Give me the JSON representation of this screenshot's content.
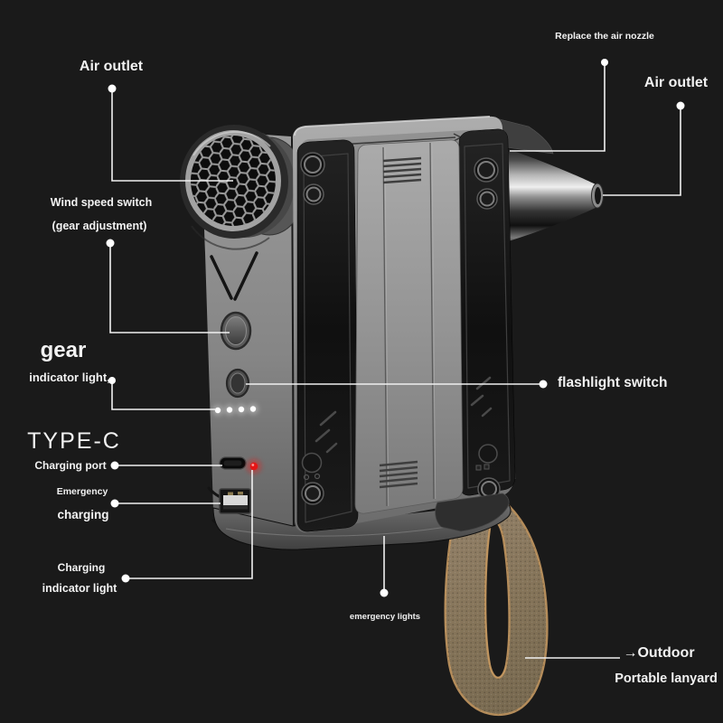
{
  "meta": {
    "background_color": "#1a1a1a",
    "label_color": "#f2f2f2",
    "charging_led_color": "#e51616",
    "gear_led_color": "#ffffff",
    "body_color": "#8a8a8a",
    "lanyard_color": "#8a795f"
  },
  "annotations": {
    "replace_nozzle": {
      "text": "Replace the air nozzle"
    },
    "air_outlet_left": {
      "text": "Air outlet"
    },
    "air_outlet_right": {
      "text": "Air outlet"
    },
    "wind_speed": {
      "line1": "Wind speed switch",
      "line2": "(gear adjustment)"
    },
    "gear_indicator": {
      "line1": "gear",
      "line2": "indicator light,"
    },
    "type_c": {
      "line1": "TYPE-C",
      "line2": "Charging port"
    },
    "emergency_charging": {
      "line1": "Emergency",
      "line2": "charging"
    },
    "charging_indicator": {
      "line1": "Charging",
      "line2": "indicator light"
    },
    "flashlight": {
      "text": "flashlight switch"
    },
    "emergency_lights": {
      "text": "emergency lights"
    },
    "lanyard": {
      "line1": "→Outdoor",
      "line2": "Portable lanyard"
    }
  },
  "device": {
    "gear_led_count": 4,
    "ports": [
      "TYPE-C",
      "USB-A"
    ]
  }
}
